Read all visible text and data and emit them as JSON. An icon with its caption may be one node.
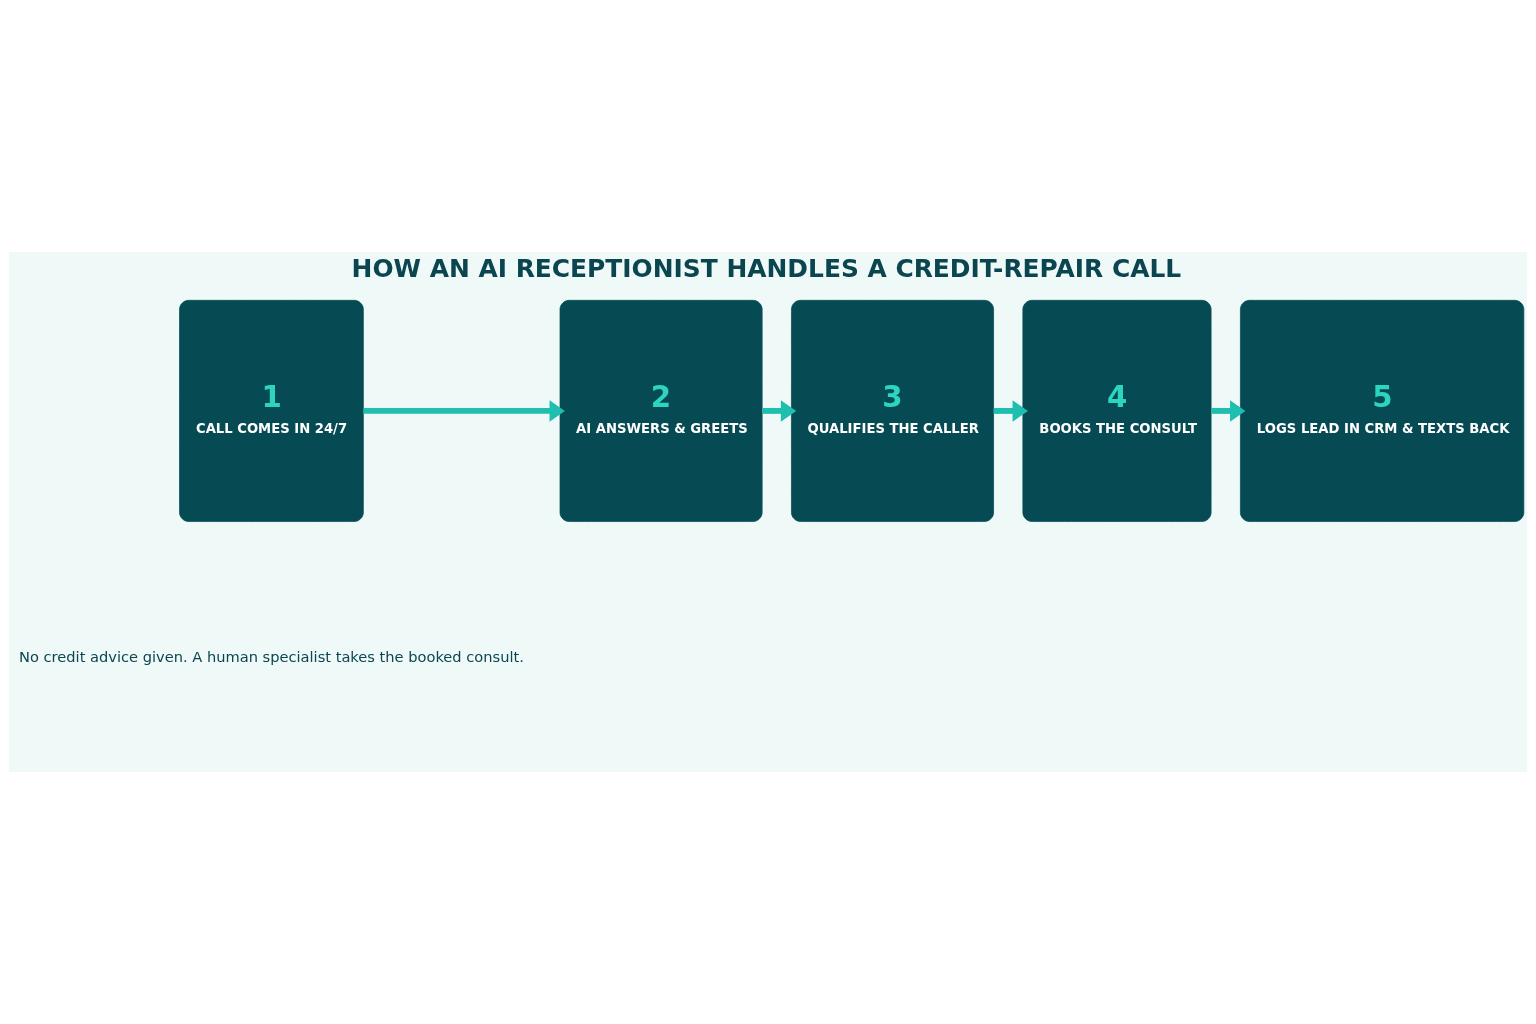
{
  "diagram": {
    "title": "HOW AN AI RECEPTIONIST HANDLES A CREDIT-REPAIR CALL",
    "caption": "No credit advice given. A human specialist takes the booked consult.",
    "nodes": [
      {
        "text": [
          "1",
          "CALL COMES IN 24/7"
        ]
      },
      {
        "text": [
          "2",
          "AI ANSWERS & GREETS"
        ]
      },
      {
        "text": [
          "3",
          "QUALIFIES THE CALLER"
        ]
      },
      {
        "text": [
          "4",
          "BOOKS THE CONSULT"
        ]
      },
      {
        "text": [
          "5",
          "LOGS LEAD IN CRM & TEXTS BACK"
        ]
      }
    ],
    "edges": [
      {
        "from": 0,
        "to": 1,
        "arrow": "to"
      },
      {
        "from": 1,
        "to": 2,
        "arrow": "to"
      },
      {
        "from": 2,
        "to": 3,
        "arrow": "to"
      },
      {
        "from": 3,
        "to": 4,
        "arrow": "to"
      }
    ]
  }
}
